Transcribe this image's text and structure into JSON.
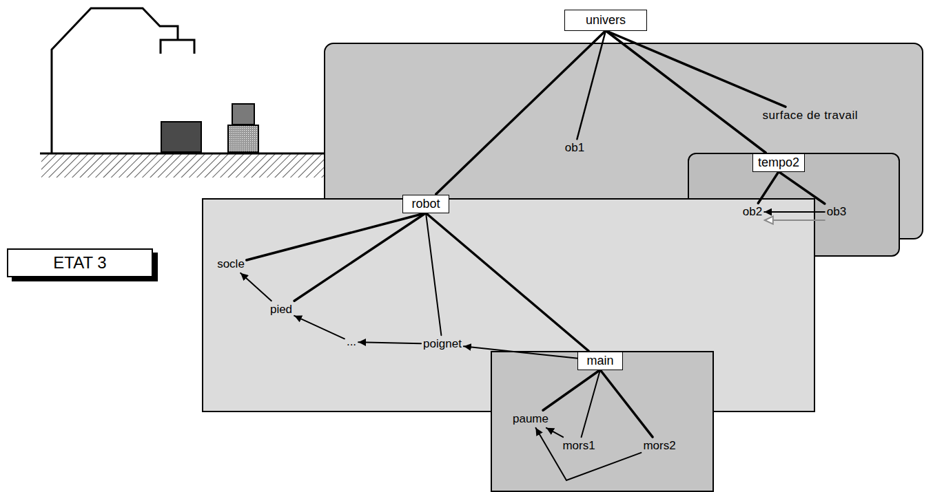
{
  "diagram": {
    "nodes": [
      {
        "text": [
          "univers"
        ]
      },
      {
        "text": [
          "ob1"
        ],
        "in": 0
      },
      {
        "text": [
          "surface de travail"
        ],
        "in": 0
      },
      {
        "text": [
          "tempo2"
        ]
      },
      {
        "text": [
          "ob2"
        ],
        "in": 3
      },
      {
        "text": [
          "ob3"
        ],
        "in": 3
      },
      {
        "text": [
          "robot"
        ]
      },
      {
        "text": [
          "socle"
        ],
        "in": 6
      },
      {
        "text": [
          "pied"
        ],
        "in": 6
      },
      {
        "text": [
          "..."
        ],
        "in": 6
      },
      {
        "text": [
          "poignet"
        ],
        "in": 6
      },
      {
        "text": [
          "main"
        ]
      },
      {
        "text": [
          "paume"
        ],
        "in": 11
      },
      {
        "text": [
          "mors1"
        ],
        "in": 11
      },
      {
        "text": [
          "mors2"
        ],
        "in": 11
      },
      {
        "text": [
          "ETAT 3"
        ]
      }
    ],
    "edges": [
      {
        "from": 0,
        "to": 1,
        "arrow": "none"
      },
      {
        "from": 0,
        "to": 2,
        "arrow": "none"
      },
      {
        "from": 0,
        "to": 3,
        "arrow": "none"
      },
      {
        "from": 0,
        "to": 6,
        "arrow": "none"
      },
      {
        "from": 3,
        "to": 4,
        "arrow": "none"
      },
      {
        "from": 3,
        "to": 5,
        "arrow": "none"
      },
      {
        "from": 6,
        "to": 7,
        "arrow": "none"
      },
      {
        "from": 6,
        "to": 8,
        "arrow": "none"
      },
      {
        "from": 6,
        "to": 10,
        "arrow": "none"
      },
      {
        "from": 6,
        "to": 11,
        "arrow": "none"
      },
      {
        "from": 11,
        "to": 12,
        "arrow": "none"
      },
      {
        "from": 11,
        "to": 13,
        "arrow": "none"
      },
      {
        "from": 11,
        "to": 14,
        "arrow": "none"
      },
      {
        "from": 5,
        "to": 4,
        "arrow": "to"
      },
      {
        "from": 5,
        "to": 4,
        "arrow": "to"
      },
      {
        "from": 8,
        "to": 7,
        "arrow": "to"
      },
      {
        "from": 9,
        "to": 8,
        "arrow": "to"
      },
      {
        "from": 10,
        "to": 9,
        "arrow": "to"
      },
      {
        "from": 11,
        "to": 10,
        "arrow": "to"
      },
      {
        "from": 13,
        "to": 12,
        "arrow": "to"
      },
      {
        "from": 14,
        "to": 12,
        "arrow": "to"
      }
    ]
  }
}
